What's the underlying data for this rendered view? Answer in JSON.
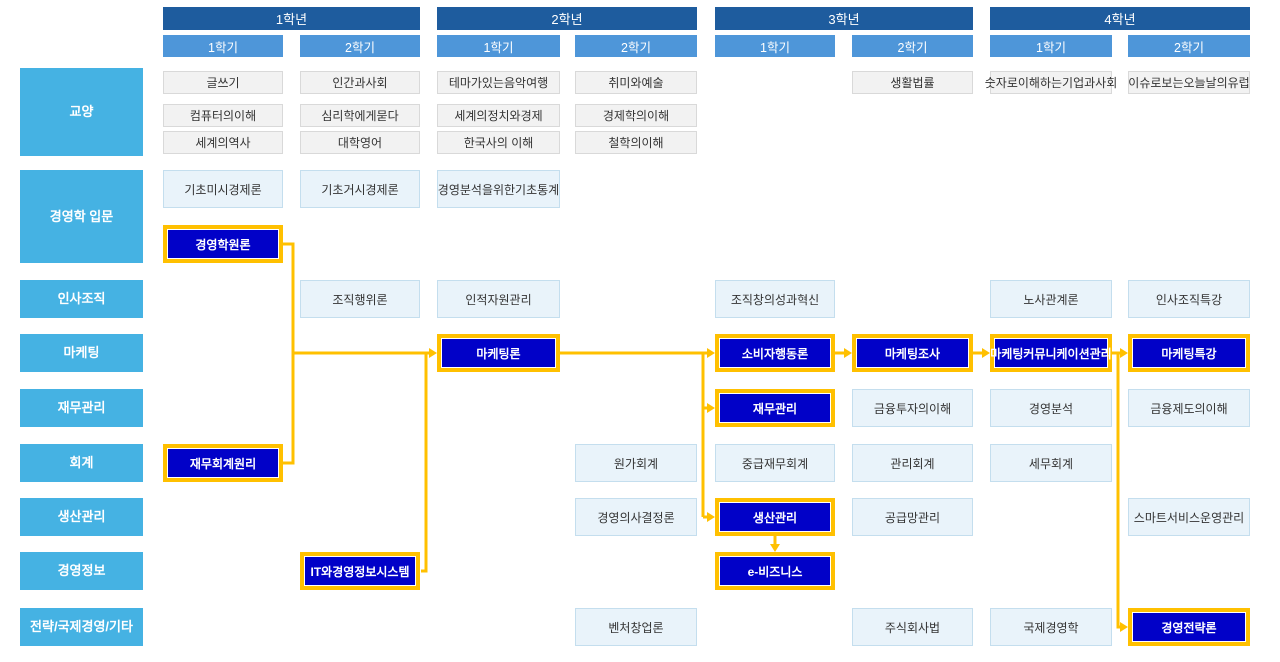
{
  "colors": {
    "year_header_bg": "#1E5C9E",
    "semester_bg": "#4E96D9",
    "category_bg": "#45B2E3",
    "course_bg": "#E9F3FA",
    "course_border": "#C4DEEE",
    "elective_bg": "#F2F2F2",
    "elective_border": "#D9D9D9",
    "highlight_bg": "#0101C8",
    "highlight_border": "#FFC000",
    "connector": "#FFC000"
  },
  "years": [
    {
      "label": "1학년",
      "semesters": [
        "1학기",
        "2학기"
      ]
    },
    {
      "label": "2학년",
      "semesters": [
        "1학기",
        "2학기"
      ]
    },
    {
      "label": "3학년",
      "semesters": [
        "1학기",
        "2학기"
      ]
    },
    {
      "label": "4학년",
      "semesters": [
        "1학기",
        "2학기"
      ]
    }
  ],
  "categories": [
    "교양",
    "경영학 입문",
    "인사조직",
    "마케팅",
    "재무관리",
    "회계",
    "생산관리",
    "경영정보",
    "전략/국제경영/기타"
  ],
  "courses": [
    {
      "label": "글쓰기",
      "category": "교양",
      "year": 1,
      "semester": 1,
      "highlighted": false
    },
    {
      "label": "컴퓨터의이해",
      "category": "교양",
      "year": 1,
      "semester": 1,
      "highlighted": false
    },
    {
      "label": "세계의역사",
      "category": "교양",
      "year": 1,
      "semester": 1,
      "highlighted": false
    },
    {
      "label": "인간과사회",
      "category": "교양",
      "year": 1,
      "semester": 2,
      "highlighted": false
    },
    {
      "label": "심리학에게묻다",
      "category": "교양",
      "year": 1,
      "semester": 2,
      "highlighted": false
    },
    {
      "label": "대학영어",
      "category": "교양",
      "year": 1,
      "semester": 2,
      "highlighted": false
    },
    {
      "label": "테마가있는음악여행",
      "category": "교양",
      "year": 2,
      "semester": 1,
      "highlighted": false
    },
    {
      "label": "세계의정치와경제",
      "category": "교양",
      "year": 2,
      "semester": 1,
      "highlighted": false
    },
    {
      "label": "한국사의 이해",
      "category": "교양",
      "year": 2,
      "semester": 1,
      "highlighted": false
    },
    {
      "label": "취미와예술",
      "category": "교양",
      "year": 2,
      "semester": 2,
      "highlighted": false
    },
    {
      "label": "경제학의이해",
      "category": "교양",
      "year": 2,
      "semester": 2,
      "highlighted": false
    },
    {
      "label": "철학의이해",
      "category": "교양",
      "year": 2,
      "semester": 2,
      "highlighted": false
    },
    {
      "label": "생활법률",
      "category": "교양",
      "year": 3,
      "semester": 2,
      "highlighted": false
    },
    {
      "label": "숫자로이해하는기업과사회",
      "category": "교양",
      "year": 4,
      "semester": 1,
      "highlighted": false
    },
    {
      "label": "이슈로보는오늘날의유럽",
      "category": "교양",
      "year": 4,
      "semester": 2,
      "highlighted": false
    },
    {
      "label": "기초미시경제론",
      "category": "경영학 입문",
      "year": 1,
      "semester": 1,
      "highlighted": false
    },
    {
      "label": "기초거시경제론",
      "category": "경영학 입문",
      "year": 1,
      "semester": 2,
      "highlighted": false
    },
    {
      "label": "경영분석을위한기초통계",
      "category": "경영학 입문",
      "year": 2,
      "semester": 1,
      "highlighted": false
    },
    {
      "label": "경영학원론",
      "category": "경영학 입문",
      "year": 1,
      "semester": 1,
      "highlighted": true
    },
    {
      "label": "조직행위론",
      "category": "인사조직",
      "year": 1,
      "semester": 2,
      "highlighted": false
    },
    {
      "label": "인적자원관리",
      "category": "인사조직",
      "year": 2,
      "semester": 1,
      "highlighted": false
    },
    {
      "label": "조직창의성과혁신",
      "category": "인사조직",
      "year": 3,
      "semester": 1,
      "highlighted": false
    },
    {
      "label": "노사관계론",
      "category": "인사조직",
      "year": 4,
      "semester": 1,
      "highlighted": false
    },
    {
      "label": "인사조직특강",
      "category": "인사조직",
      "year": 4,
      "semester": 2,
      "highlighted": false
    },
    {
      "label": "마케팅론",
      "category": "마케팅",
      "year": 2,
      "semester": 1,
      "highlighted": true
    },
    {
      "label": "소비자행동론",
      "category": "마케팅",
      "year": 3,
      "semester": 1,
      "highlighted": true
    },
    {
      "label": "마케팅조사",
      "category": "마케팅",
      "year": 3,
      "semester": 2,
      "highlighted": true
    },
    {
      "label": "마케팅커뮤니케이션관리",
      "category": "마케팅",
      "year": 4,
      "semester": 1,
      "highlighted": true
    },
    {
      "label": "마케팅특강",
      "category": "마케팅",
      "year": 4,
      "semester": 2,
      "highlighted": true
    },
    {
      "label": "재무관리",
      "category": "재무관리",
      "year": 3,
      "semester": 1,
      "highlighted": true
    },
    {
      "label": "금융투자의이해",
      "category": "재무관리",
      "year": 3,
      "semester": 2,
      "highlighted": false
    },
    {
      "label": "경영분석",
      "category": "재무관리",
      "year": 4,
      "semester": 1,
      "highlighted": false
    },
    {
      "label": "금융제도의이해",
      "category": "재무관리",
      "year": 4,
      "semester": 2,
      "highlighted": false
    },
    {
      "label": "재무회계원리",
      "category": "회계",
      "year": 1,
      "semester": 1,
      "highlighted": true
    },
    {
      "label": "원가회계",
      "category": "회계",
      "year": 2,
      "semester": 2,
      "highlighted": false
    },
    {
      "label": "중급재무회계",
      "category": "회계",
      "year": 3,
      "semester": 1,
      "highlighted": false
    },
    {
      "label": "관리회계",
      "category": "회계",
      "year": 3,
      "semester": 2,
      "highlighted": false
    },
    {
      "label": "세무회계",
      "category": "회계",
      "year": 4,
      "semester": 1,
      "highlighted": false
    },
    {
      "label": "경영의사결정론",
      "category": "생산관리",
      "year": 2,
      "semester": 2,
      "highlighted": false
    },
    {
      "label": "생산관리",
      "category": "생산관리",
      "year": 3,
      "semester": 1,
      "highlighted": true
    },
    {
      "label": "공급망관리",
      "category": "생산관리",
      "year": 3,
      "semester": 2,
      "highlighted": false
    },
    {
      "label": "스마트서비스운영관리",
      "category": "생산관리",
      "year": 4,
      "semester": 2,
      "highlighted": false
    },
    {
      "label": "IT와경영정보시스템",
      "category": "경영정보",
      "year": 1,
      "semester": 2,
      "highlighted": true
    },
    {
      "label": "e-비즈니스",
      "category": "경영정보",
      "year": 3,
      "semester": 1,
      "highlighted": true
    },
    {
      "label": "벤처창업론",
      "category": "전략/국제경영/기타",
      "year": 2,
      "semester": 2,
      "highlighted": false
    },
    {
      "label": "주식회사법",
      "category": "전략/국제경영/기타",
      "year": 3,
      "semester": 2,
      "highlighted": false
    },
    {
      "label": "국제경영학",
      "category": "전략/국제경영/기타",
      "year": 4,
      "semester": 1,
      "highlighted": false
    },
    {
      "label": "경영전략론",
      "category": "전략/국제경영/기타",
      "year": 4,
      "semester": 2,
      "highlighted": true
    }
  ]
}
